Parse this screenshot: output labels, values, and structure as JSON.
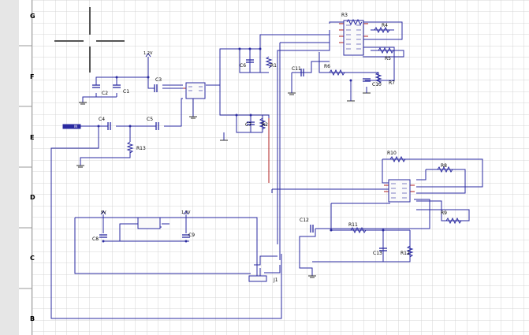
{
  "app": {
    "title": ""
  },
  "rows": [
    "G",
    "F",
    "E",
    "D",
    "C",
    "B"
  ],
  "colors": {
    "wire": "#2a2aa0",
    "pin": "#b02020",
    "grid": "#d4d4d4",
    "ground": "#333333"
  },
  "components": {
    "R1": "R1",
    "R2": "R2",
    "R3": "R3",
    "R4": "R4",
    "R5": "R5",
    "R6": "R6",
    "R7": "R7",
    "R8": "R8",
    "R9": "R9",
    "R10": "R10",
    "R11": "R11",
    "R12": "R12",
    "R13": "R13",
    "C1": "C1",
    "C2": "C2",
    "C3": "C3",
    "C4": "C4",
    "C5": "C5",
    "C6": "C6",
    "C7": "C7",
    "C8": "C8",
    "C9": "C9",
    "C10": "C10",
    "C11": "C11",
    "C12": "C12",
    "C13": "C13",
    "J1": "J1"
  },
  "nets": {
    "vcc_top": "1.2V",
    "vcc_mid_left": "9V",
    "vcc_mid_right": "1.2V",
    "input_label": "IN"
  }
}
